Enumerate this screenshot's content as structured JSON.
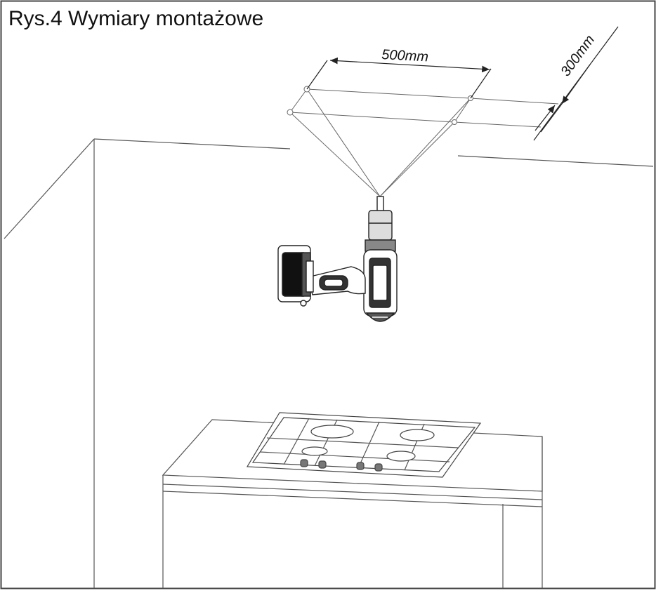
{
  "title": "Rys.4 Wymiary montażowe",
  "dimensions": {
    "width_label": "500mm",
    "depth_label": "300mm"
  },
  "icons": [
    "drill-icon",
    "gas-hob-icon"
  ],
  "colors": {
    "line": "#333333",
    "fill": "#ffffff",
    "dark": "#222222"
  }
}
